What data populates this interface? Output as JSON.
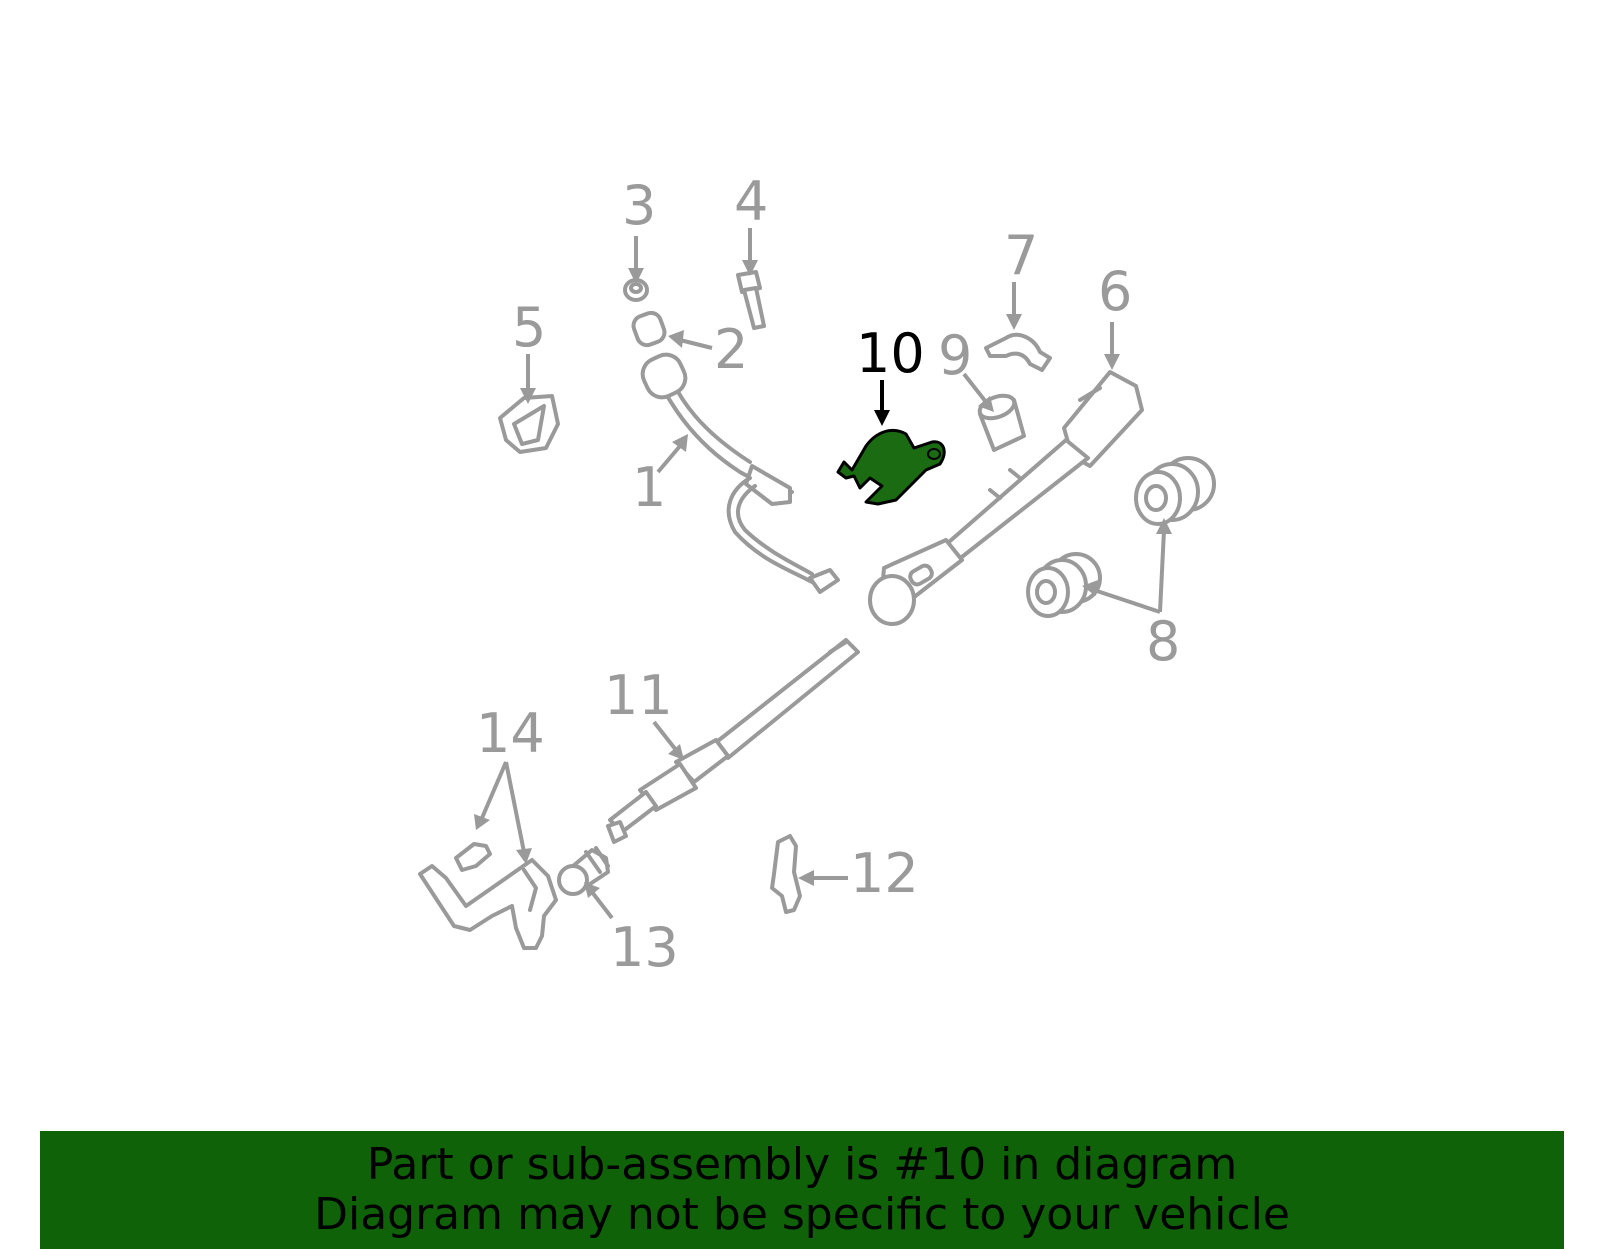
{
  "diagram": {
    "highlight_part": "10",
    "highlight_color": "#1a6b12",
    "line_color": "#9a9a9a",
    "callouts": [
      "1",
      "2",
      "3",
      "4",
      "5",
      "6",
      "7",
      "8",
      "9",
      "10",
      "11",
      "12",
      "13",
      "14"
    ]
  },
  "banner": {
    "background": "#0f6207",
    "line1": "Part or sub-assembly is #10 in diagram",
    "line2": "Diagram may not be specific to your vehicle"
  }
}
